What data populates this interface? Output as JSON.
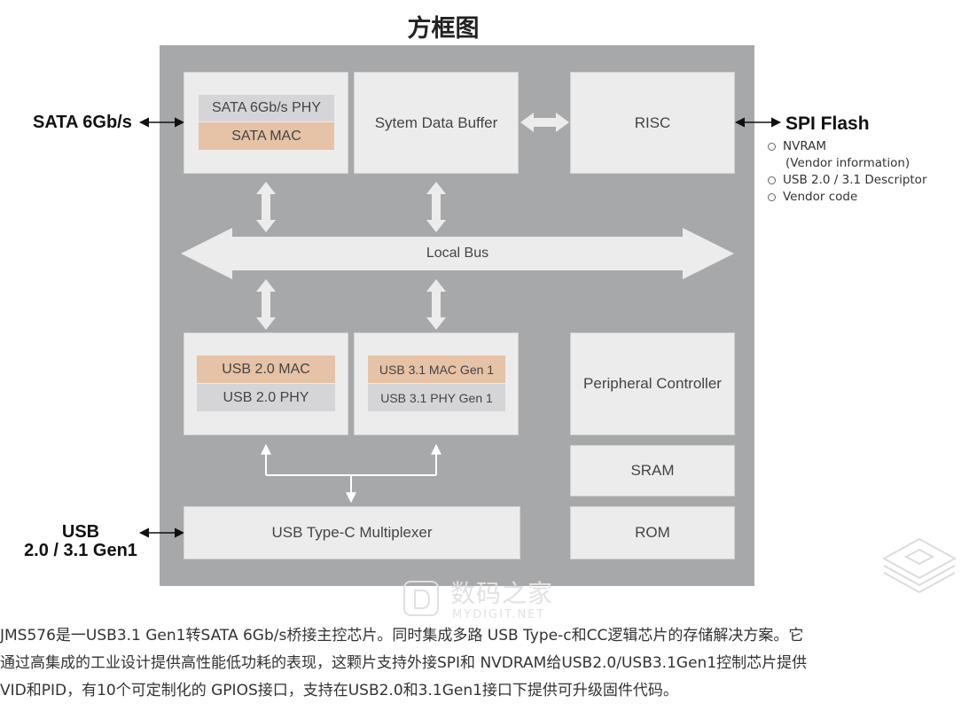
{
  "title": "方框图",
  "external": {
    "sata": "SATA 6Gb/s",
    "spi_flash": "SPI Flash",
    "usb_line1": "USB",
    "usb_line2": "2.0 / 3.1 Gen1"
  },
  "spi_items": [
    {
      "label": "NVRAM",
      "sub": "(Vendor information)"
    },
    {
      "label": "USB 2.0 / 3.1 Descriptor"
    },
    {
      "label": "Vendor code"
    }
  ],
  "blocks": {
    "sata_phy": "SATA 6Gb/s PHY",
    "sata_mac": "SATA MAC",
    "system_data_buffer": "Sytem Data Buffer",
    "risc": "RISC",
    "local_bus": "Local Bus",
    "usb2_mac": "USB 2.0 MAC",
    "usb2_phy": "USB 2.0 PHY",
    "usb31_mac": "USB 3.1 MAC Gen 1",
    "usb31_phy": "USB 3.1 PHY Gen 1",
    "peripheral_controller": "Peripheral Controller",
    "sram": "SRAM",
    "rom": "ROM",
    "usb_typec_mux": "USB Type-C Multiplexer"
  },
  "colors": {
    "chip_bg": "#a7a8aa",
    "block_bg": "#ececec",
    "mac_strip": "#e6c2a6",
    "phy_strip": "#d5d5d7"
  },
  "watermark": {
    "cn": "数码之家",
    "en": "MYDIGIT.NET"
  },
  "description": [
    "JMS576是一USB3.1 Gen1转SATA 6Gb/s桥接主控芯片。同时集成多路 USB Type-c和CC逻辑芯片的存储解决方案。它",
    "通过高集成的工业设计提供高性能低功耗的表现，这颗片支持外接SPI和 NVDRAM给USB2.0/USB3.1Gen1控制芯片提供",
    "VID和PID，有10个可定制化的 GPIOS接口，支持在USB2.0和3.1Gen1接口下提供可升级固件代码。"
  ]
}
